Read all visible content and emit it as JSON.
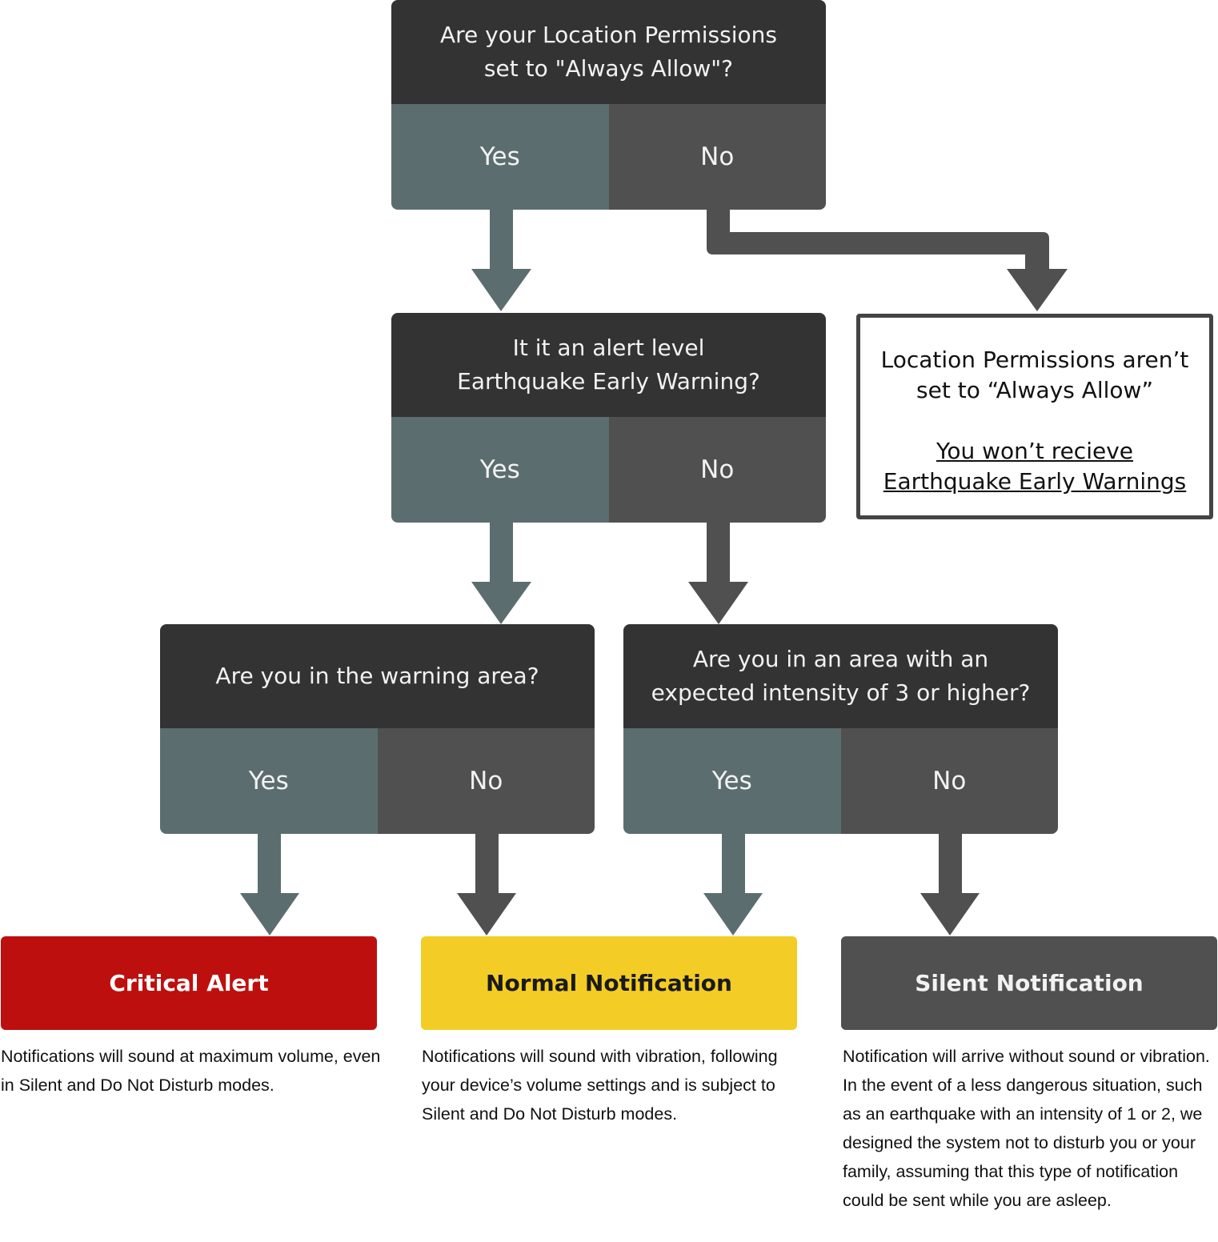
{
  "q1": {
    "question": "Are your Location Permissions\nset to \"Always Allow\"?",
    "yes": "Yes",
    "no": "No"
  },
  "q2": {
    "question": "It it an alert level\nEarthquake Early Warning?",
    "yes": "Yes",
    "no": "No"
  },
  "q3": {
    "question": "Are you in the warning area?",
    "yes": "Yes",
    "no": "No"
  },
  "q4": {
    "question": "Are you in an area with an\nexpected intensity of 3 or higher?",
    "yes": "Yes",
    "no": "No"
  },
  "no_permission": {
    "line1": "Location Permissions aren’t\nset to “Always Allow”",
    "line2": "You won’t recieve\nEarthquake Early Warnings"
  },
  "outcomes": [
    {
      "label": "Critical Alert",
      "description": "Notifications will sound at maximum volume, even in Silent and Do Not Disturb modes."
    },
    {
      "label": "Normal Notification",
      "description": "Notifications will sound with vibration, following your device’s volume settings and is subject to Silent and Do Not Disturb modes."
    },
    {
      "label": "Silent Notification",
      "description": "Notification will arrive without sound or vibration. In the event of a less dangerous situation, such as an earthquake with an intensity of 1 or 2, we designed the system not to disturb you or your family, assuming that this type of notification could be sent while you are asleep."
    }
  ],
  "colors": {
    "dark": "#333333",
    "yes": "#5c6d6f",
    "no": "#505050",
    "critical": "#be0f0f",
    "normal": "#f3cd26",
    "silent": "#505050"
  }
}
